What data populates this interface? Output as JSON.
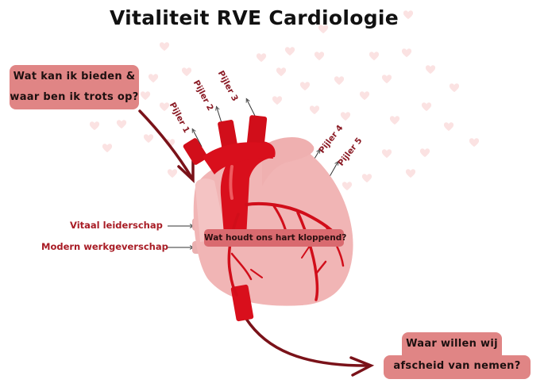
{
  "title": "Vitaliteit RVE Cardiologie",
  "questions": {
    "offer": {
      "lines": [
        "Wat kan ik bieden &",
        "waar ben ik trots op?"
      ]
    },
    "heartbeat": {
      "text": "Wat houdt ons hart kloppend?"
    },
    "farewell": {
      "lines": [
        "Waar willen wij",
        "afscheid van nemen?"
      ]
    }
  },
  "pillars": [
    "Pijler 1",
    "Pijler 2",
    "Pijler 3",
    "Pijler 4",
    "Pijler 5"
  ],
  "side_labels": [
    "Vitaal leiderschap",
    "Modern werkgeverschap"
  ],
  "colors": {
    "bubble": "#e08585",
    "inner_bubble": "#d96a6f",
    "label_red": "#a81c25",
    "heart_body": "#f1b3b3",
    "vessel_red": "#d90f1c",
    "arrow_dark_red": "#7a1219",
    "bg_hearts": "#fbe3e3"
  }
}
